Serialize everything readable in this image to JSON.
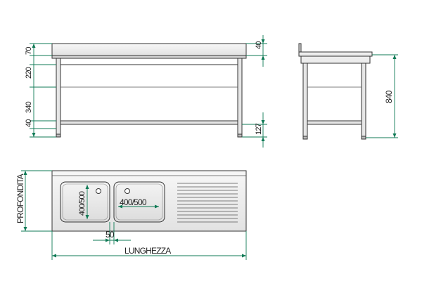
{
  "front_view": {
    "dims": {
      "top_thickness": "70",
      "upper_gap": "220",
      "middle_gap": "340",
      "lower_gap": "40",
      "splash": "40",
      "foot": "127"
    }
  },
  "side_view": {
    "dims": {
      "height": "840"
    }
  },
  "plan_view": {
    "dims": {
      "depth": "PROFONDITA",
      "bowl_left": "400/500",
      "bowl_right": "400/500",
      "gap": "50",
      "length": "LUNGHEZZA"
    }
  },
  "colors": {
    "dimension_line": "#0f7a55",
    "outline": "#333333",
    "steel": "#e9e9e9"
  }
}
